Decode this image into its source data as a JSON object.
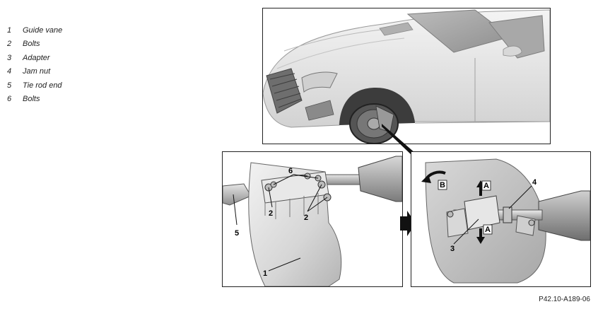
{
  "legend": {
    "items": [
      {
        "num": "1",
        "label": "Guide vane"
      },
      {
        "num": "2",
        "label": "Bolts"
      },
      {
        "num": "3",
        "label": "Adapter"
      },
      {
        "num": "4",
        "label": "Jam nut"
      },
      {
        "num": "5",
        "label": "Tie rod end"
      },
      {
        "num": "6",
        "label": "Bolts"
      }
    ]
  },
  "callouts": {
    "left": {
      "c1": "1",
      "c2a": "2",
      "c2b": "2",
      "c5": "5",
      "c6": "6"
    },
    "right": {
      "c3": "3",
      "c4": "4",
      "a_top": "A",
      "a_bottom": "A",
      "b": "B"
    }
  },
  "reference_code": "P42.10-A189-06"
}
